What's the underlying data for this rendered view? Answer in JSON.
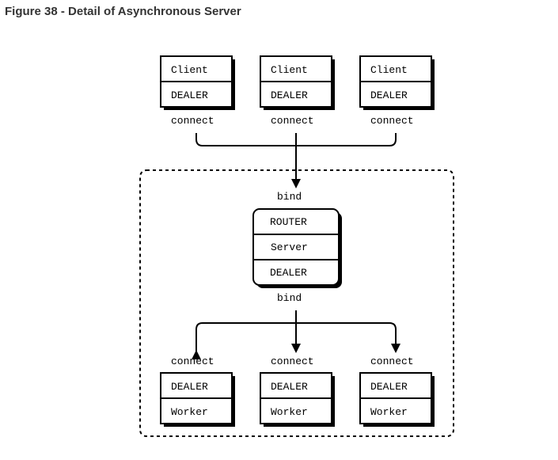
{
  "figure": {
    "title": "Figure 38 - Detail of Asynchronous Server"
  },
  "clients": [
    {
      "name": "Client",
      "socket": "DEALER",
      "action": "connect"
    },
    {
      "name": "Client",
      "socket": "DEALER",
      "action": "connect"
    },
    {
      "name": "Client",
      "socket": "DEALER",
      "action": "connect"
    }
  ],
  "server": {
    "frontend_action": "bind",
    "frontend_socket": "ROUTER",
    "name": "Server",
    "backend_socket": "DEALER",
    "backend_action": "bind"
  },
  "workers": [
    {
      "action": "connect",
      "socket": "DEALER",
      "name": "Worker"
    },
    {
      "action": "connect",
      "socket": "DEALER",
      "name": "Worker"
    },
    {
      "action": "connect",
      "socket": "DEALER",
      "name": "Worker"
    }
  ],
  "colors": {
    "line": "#000000",
    "title": "#333333",
    "background": "#ffffff"
  }
}
